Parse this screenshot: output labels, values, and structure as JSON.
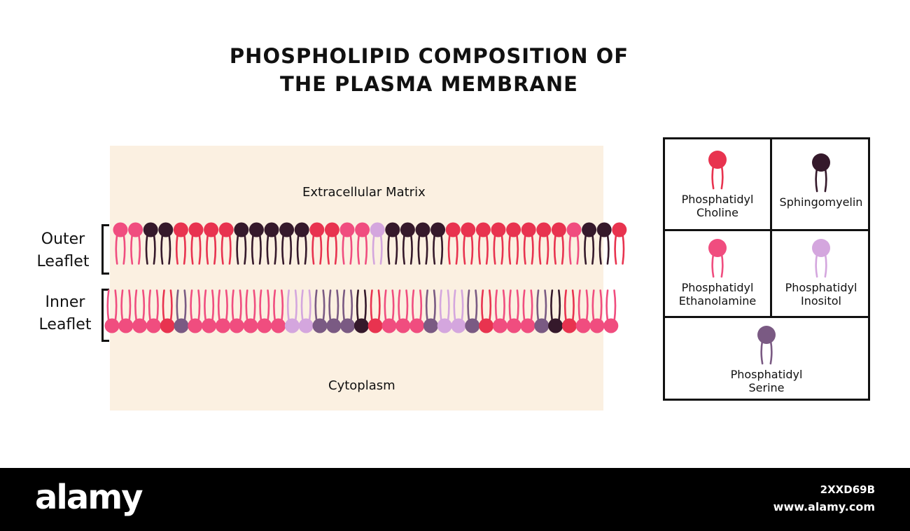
{
  "title": {
    "line1": "PHOSPHOLIPID COMPOSITION OF",
    "line2": "THE PLASMA MEMBRANE"
  },
  "regions": {
    "extracellular": "Extracellular Matrix",
    "cytoplasm": "Cytoplasm"
  },
  "leaflets": {
    "outer": {
      "line1": "Outer",
      "line2": "Leaflet"
    },
    "inner": {
      "line1": "Inner",
      "line2": "Leaflet"
    }
  },
  "colors": {
    "choline": "#e8334f",
    "sphingomyelin": "#35192b",
    "ethanolamine": "#f04d7f",
    "inositol": "#d4a6de",
    "serine": "#7a5a83",
    "panel_background": "#fbf0e1"
  },
  "legend": {
    "choline": {
      "line1": "Phosphatidyl",
      "line2": "Choline",
      "icon": "lipid-pc-icon"
    },
    "sphingomyelin": {
      "line1": "Sphingomyelin",
      "line2": "",
      "icon": "lipid-sm-icon"
    },
    "ethanolamine": {
      "line1": "Phosphatidyl",
      "line2": "Ethanolamine",
      "icon": "lipid-pe-icon"
    },
    "inositol": {
      "line1": "Phosphatidyl",
      "line2": "Inositol",
      "icon": "lipid-pi-icon"
    },
    "serine": {
      "line1": "Phosphatidyl",
      "line2": "Serine",
      "icon": "lipid-ps-icon"
    }
  },
  "outer_sequence": [
    "PE",
    "PE",
    "SM",
    "SM",
    "PC",
    "PC",
    "PC",
    "PC",
    "SM",
    "SM",
    "SM",
    "SM",
    "SM",
    "PC",
    "PC",
    "PE",
    "PE",
    "PI",
    "SM",
    "SM",
    "SM",
    "SM",
    "PC",
    "PC",
    "PC",
    "PC",
    "PC",
    "PC",
    "PC",
    "PC",
    "PE",
    "SM",
    "SM",
    "PC"
  ],
  "inner_sequence": [
    "PE",
    "PE",
    "PE",
    "PE",
    "PC",
    "PS",
    "PE",
    "PE",
    "PE",
    "PE",
    "PE",
    "PE",
    "PE",
    "PI",
    "PI",
    "PS",
    "PS",
    "PS",
    "SM",
    "PC",
    "PE",
    "PE",
    "PE",
    "PS",
    "PI",
    "PI",
    "PS",
    "PC",
    "PE",
    "PE",
    "PE",
    "PS",
    "SM",
    "PC",
    "PE",
    "PE",
    "PE"
  ],
  "footer": {
    "brand": "alamy",
    "code": "2XXD69B",
    "site": "www.alamy.com"
  }
}
